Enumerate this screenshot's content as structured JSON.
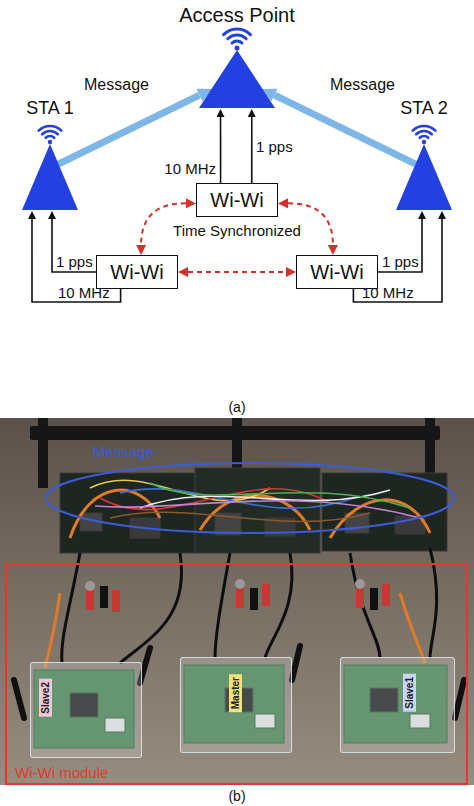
{
  "diagram": {
    "nodes": [
      {
        "text": [
          "Access Point"
        ]
      },
      {
        "text": [
          "STA 1"
        ]
      },
      {
        "text": [
          "Wi-Wi"
        ]
      },
      {
        "text": [
          "STA 2"
        ]
      },
      {
        "text": [
          "Wi-Wi"
        ]
      },
      {
        "text": [
          "Wi-Wi"
        ]
      },
      {
        "text": [
          "Message"
        ]
      },
      {
        "text": [
          "Wi-Wi module"
        ]
      },
      {
        "text": [
          "Slave2"
        ],
        "in": 7
      },
      {
        "text": [
          "Master"
        ],
        "in": 7
      },
      {
        "text": [
          "Slave1"
        ],
        "in": 7
      }
    ],
    "edges": [
      {
        "from": 1,
        "to": 0,
        "arrow": "to",
        "label": "Message"
      },
      {
        "from": 3,
        "to": 0,
        "arrow": "to",
        "label": "Message"
      },
      {
        "from": 2,
        "to": 0,
        "arrow": "to",
        "label": "10 MHz"
      },
      {
        "from": 2,
        "to": 0,
        "arrow": "to",
        "label": "1 pps"
      },
      {
        "from": 4,
        "to": 1,
        "arrow": "to",
        "label": "1 pps"
      },
      {
        "from": 4,
        "to": 1,
        "arrow": "to",
        "label": "10 MHz"
      },
      {
        "from": 5,
        "to": 3,
        "arrow": "to",
        "label": "1 pps"
      },
      {
        "from": 5,
        "to": 3,
        "arrow": "to",
        "label": "10 MHz"
      },
      {
        "from": 2,
        "to": 4,
        "arrow": "both"
      },
      {
        "from": 2,
        "to": 5,
        "arrow": "both"
      },
      {
        "from": 4,
        "to": 5,
        "arrow": "both"
      }
    ],
    "labels": [
      "Time Synchronized",
      "(a)",
      "(b)"
    ]
  }
}
